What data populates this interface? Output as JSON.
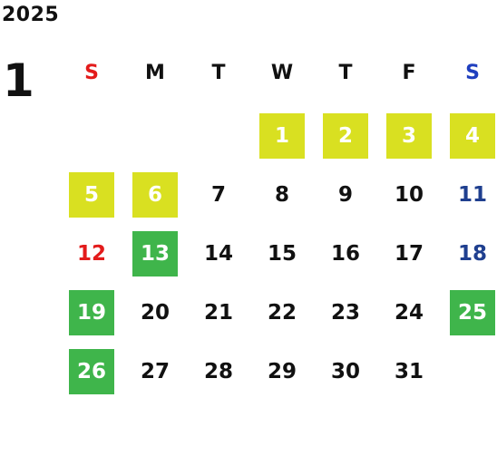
{
  "calendar": {
    "year": "2025",
    "month": "1",
    "weekdays": [
      {
        "label": "S",
        "color": "#e31b1b"
      },
      {
        "label": "M",
        "color": "#111111"
      },
      {
        "label": "T",
        "color": "#111111"
      },
      {
        "label": "W",
        "color": "#111111"
      },
      {
        "label": "T",
        "color": "#111111"
      },
      {
        "label": "F",
        "color": "#111111"
      },
      {
        "label": "S",
        "color": "#1f3fbf"
      }
    ],
    "first_weekday_index": 3,
    "days": [
      {
        "day": "1",
        "highlight": "yellow"
      },
      {
        "day": "2",
        "highlight": "yellow"
      },
      {
        "day": "3",
        "highlight": "yellow"
      },
      {
        "day": "4",
        "highlight": "yellow"
      },
      {
        "day": "5",
        "highlight": "yellow"
      },
      {
        "day": "6",
        "highlight": "yellow"
      },
      {
        "day": "7",
        "highlight": null
      },
      {
        "day": "8",
        "highlight": null
      },
      {
        "day": "9",
        "highlight": null
      },
      {
        "day": "10",
        "highlight": null
      },
      {
        "day": "11",
        "highlight": null
      },
      {
        "day": "12",
        "highlight": null
      },
      {
        "day": "13",
        "highlight": "green"
      },
      {
        "day": "14",
        "highlight": null
      },
      {
        "day": "15",
        "highlight": null
      },
      {
        "day": "16",
        "highlight": null
      },
      {
        "day": "17",
        "highlight": null
      },
      {
        "day": "18",
        "highlight": null
      },
      {
        "day": "19",
        "highlight": "green"
      },
      {
        "day": "20",
        "highlight": null
      },
      {
        "day": "21",
        "highlight": null
      },
      {
        "day": "22",
        "highlight": null
      },
      {
        "day": "23",
        "highlight": null
      },
      {
        "day": "24",
        "highlight": null
      },
      {
        "day": "25",
        "highlight": "green"
      },
      {
        "day": "26",
        "highlight": "green"
      },
      {
        "day": "27",
        "highlight": null
      },
      {
        "day": "28",
        "highlight": null
      },
      {
        "day": "29",
        "highlight": null
      },
      {
        "day": "30",
        "highlight": null
      },
      {
        "day": "31",
        "highlight": null
      }
    ],
    "colors": {
      "highlight_yellow": "#d9e021",
      "highlight_green": "#3fb54b",
      "sunday_text": "#e31b1b",
      "saturday_text": "#1f3f8f",
      "default_text": "#111111"
    }
  }
}
